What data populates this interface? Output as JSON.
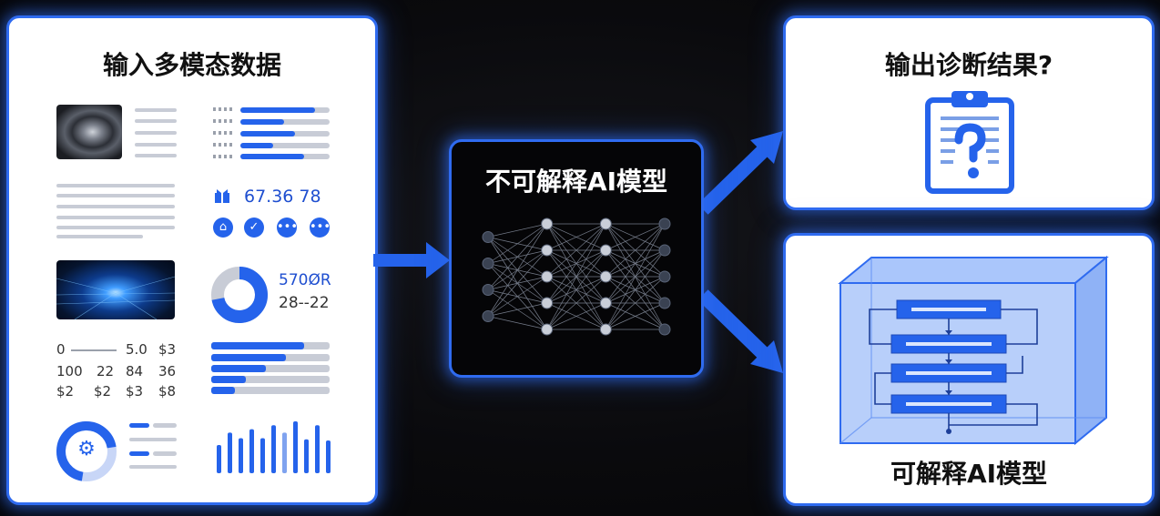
{
  "input": {
    "title": "输入多模态数据",
    "stat_numbers": "67.36 78",
    "donut_value_1": "570ØR",
    "donut_value_2": "28--22",
    "table": {
      "row1": [
        "0",
        "5.0",
        "$3"
      ],
      "row2": [
        "100",
        "22",
        "84",
        "36"
      ],
      "row3": [
        "$2",
        "$2",
        "$3",
        "$8"
      ]
    },
    "donut_fill_fraction": 0.72,
    "bar_chart_values": [
      0.5,
      0.72,
      0.62,
      0.78,
      0.62,
      0.85,
      0.72,
      0.92,
      0.6,
      0.85,
      0.58
    ],
    "accent_color": "#2563eb"
  },
  "black_box": {
    "title": "不可解释AI模型",
    "layers": [
      4,
      5,
      5,
      5
    ]
  },
  "output": {
    "title": "输出诊断结果?",
    "icon": "clipboard-question-icon"
  },
  "xai": {
    "title": "可解释AI模型",
    "icon": "transparent-flowchart-box-icon"
  },
  "colors": {
    "border": "#2f6bf0",
    "accent": "#2563eb",
    "background": "#0a0a0d"
  }
}
